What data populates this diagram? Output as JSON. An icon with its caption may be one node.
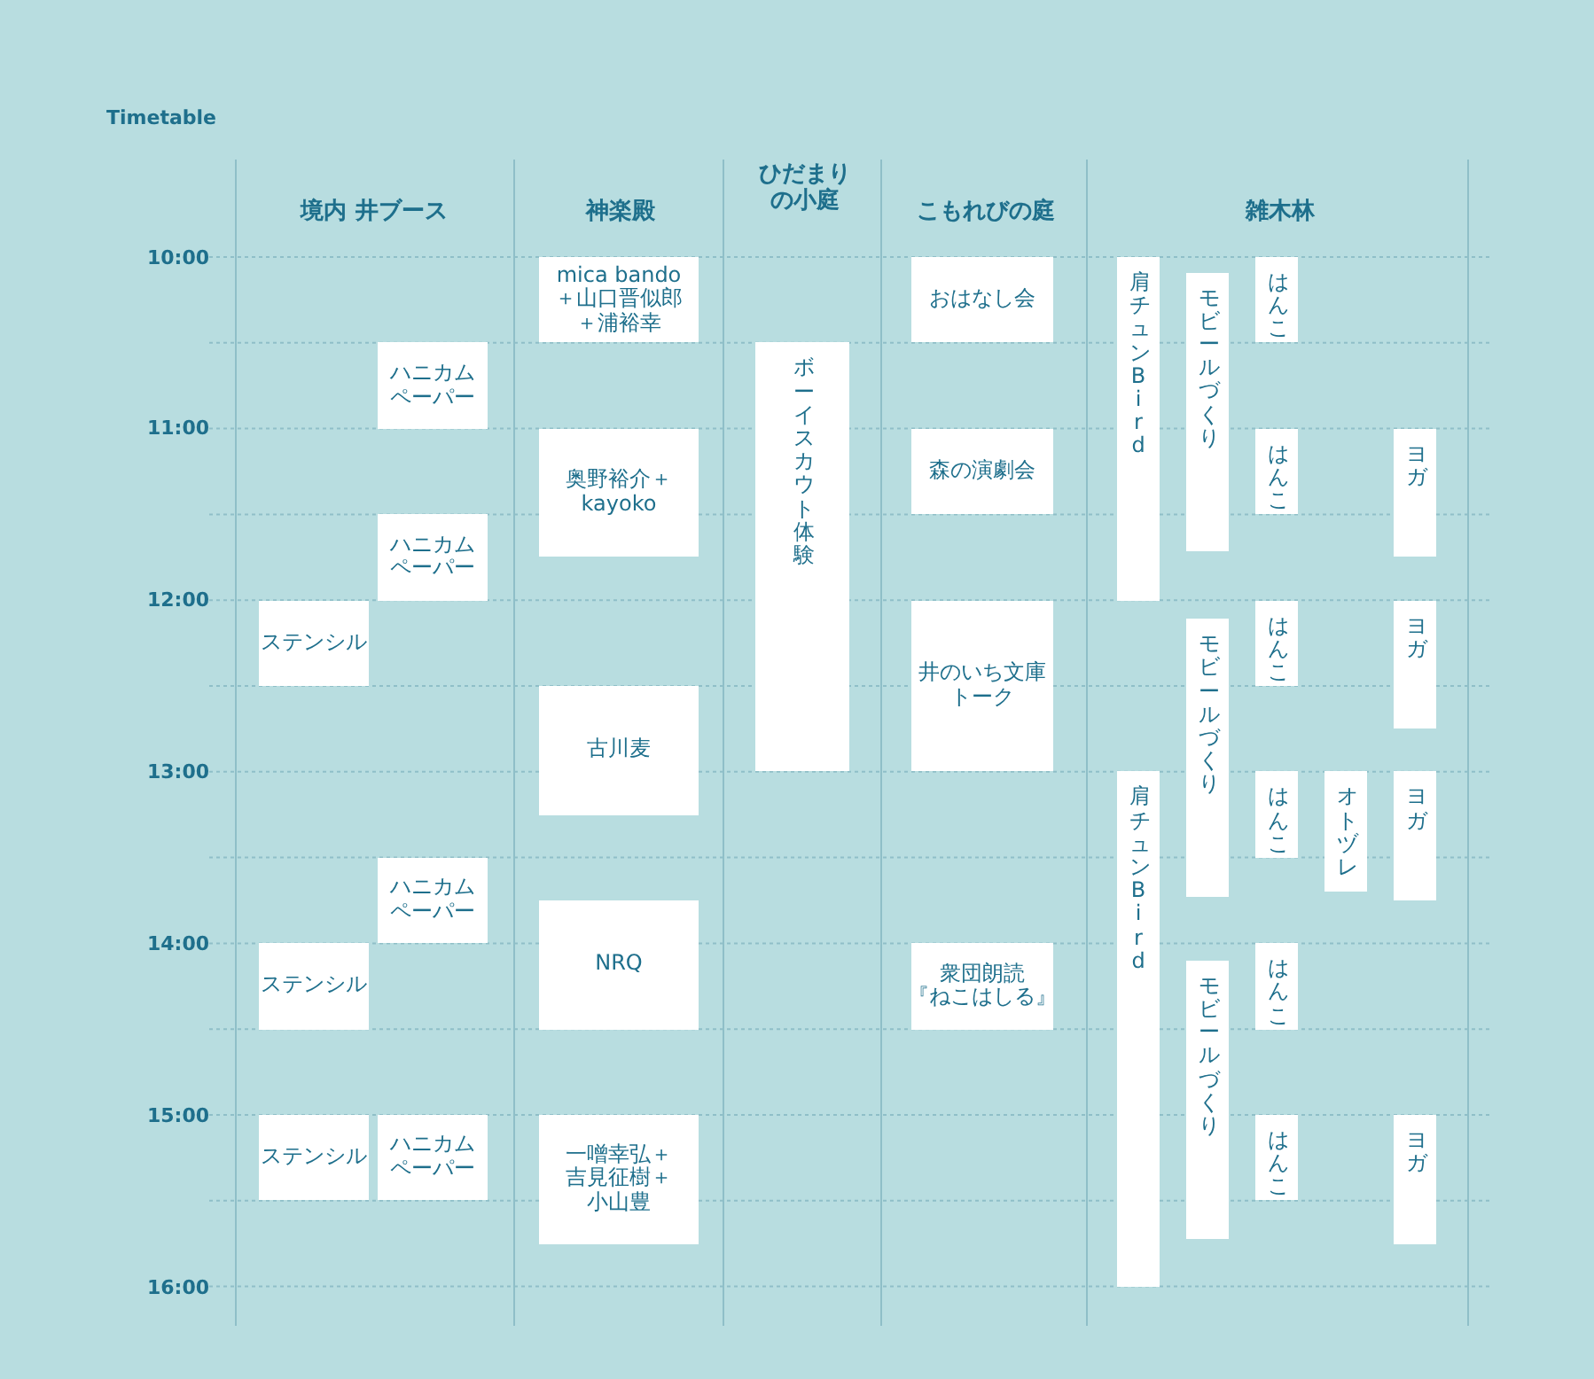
{
  "diagram": {
    "title": "Timetable",
    "nodes": [
      {
        "text": [
          "ハニカムペーパー"
        ]
      },
      {
        "text": [
          "ハニカムペーパー"
        ]
      },
      {
        "text": [
          "ステンシル"
        ]
      },
      {
        "text": [
          "ハニカムペーパー"
        ]
      },
      {
        "text": [
          "ステンシル"
        ]
      },
      {
        "text": [
          "ステンシル"
        ]
      },
      {
        "text": [
          "ハニカムペーパー"
        ]
      },
      {
        "text": [
          "mica bando ＋山口晋似郎＋浦裕幸"
        ]
      },
      {
        "text": [
          "奥野裕介＋kayoko"
        ]
      },
      {
        "text": [
          "古川麦"
        ]
      },
      {
        "text": [
          "NRQ"
        ]
      },
      {
        "text": [
          "一噌幸弘＋吉見征樹＋小山豊"
        ]
      },
      {
        "text": [
          "ボーイスカウト体験"
        ]
      },
      {
        "text": [
          "おはなし会"
        ]
      },
      {
        "text": [
          "森の演劇会"
        ]
      },
      {
        "text": [
          "井のいち文庫トーク"
        ]
      },
      {
        "text": [
          "衆団朗読『ねこはしる』"
        ]
      },
      {
        "text": [
          "肩チュン Bird"
        ]
      },
      {
        "text": [
          "モビールづくり"
        ]
      },
      {
        "text": [
          "はんこ"
        ]
      },
      {
        "text": [
          "はんこ"
        ]
      },
      {
        "text": [
          "ヨガ"
        ]
      },
      {
        "text": [
          "はんこ"
        ]
      },
      {
        "text": [
          "ヨガ"
        ]
      },
      {
        "text": [
          "モビールづくり"
        ]
      },
      {
        "text": [
          "肩チュン Bird"
        ]
      },
      {
        "text": [
          "はんこ"
        ]
      },
      {
        "text": [
          "オトヅレ"
        ]
      },
      {
        "text": [
          "ヨガ"
        ]
      },
      {
        "text": [
          "はんこ"
        ]
      },
      {
        "text": [
          "モビールづくり"
        ]
      },
      {
        "text": [
          "はんこ"
        ]
      },
      {
        "text": [
          "ヨガ"
        ]
      }
    ],
    "labels": [
      "境内 井ブース",
      "神楽殿",
      "ひだまりの小庭",
      "こもれびの庭",
      "雑木林",
      "10:00",
      "11:00",
      "12:00",
      "13:00",
      "14:00",
      "15:00",
      "16:00"
    ]
  }
}
